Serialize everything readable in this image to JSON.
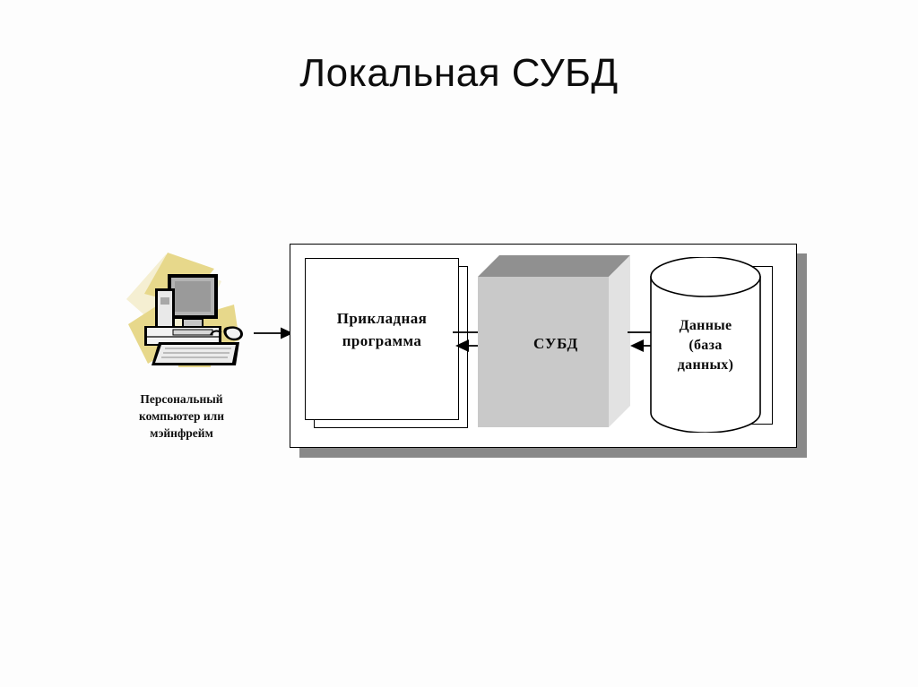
{
  "slide": {
    "title": "Локальная СУБД",
    "background_color": "#fdfdfd"
  },
  "diagram": {
    "type": "block-diagram",
    "nodes": {
      "computer": {
        "icon": "desktop-computer-icon",
        "caption_lines": [
          "Персональный",
          "компьютер или",
          "мэйнфрейм"
        ],
        "decor_colors": [
          "#f5efd2",
          "#e7d88b"
        ]
      },
      "application": {
        "label_lines": [
          "Прикладная",
          "программа"
        ],
        "shape": "stacked-document",
        "fill_color": "#ffffff",
        "border_color": "#000000"
      },
      "dbms": {
        "label": "СУБД",
        "shape": "3d-box",
        "front_color": "#c9c9c9",
        "top_color": "#909090",
        "side_color": "#e2e2e2"
      },
      "database": {
        "label_lines": [
          "Данные",
          "(база",
          "данных)"
        ],
        "shape": "cylinder",
        "fill_color": "#ffffff",
        "border_color": "#000000"
      }
    },
    "container": {
      "fill_color": "#ffffff",
      "border_color": "#000000",
      "shadow_color": "#898989"
    },
    "connectors": [
      {
        "name": "pc-to-application",
        "direction": "right",
        "style": "single"
      },
      {
        "name": "application-to-dbms",
        "direction": "both",
        "style": "double"
      },
      {
        "name": "dbms-to-database",
        "direction": "both",
        "style": "double"
      }
    ]
  }
}
